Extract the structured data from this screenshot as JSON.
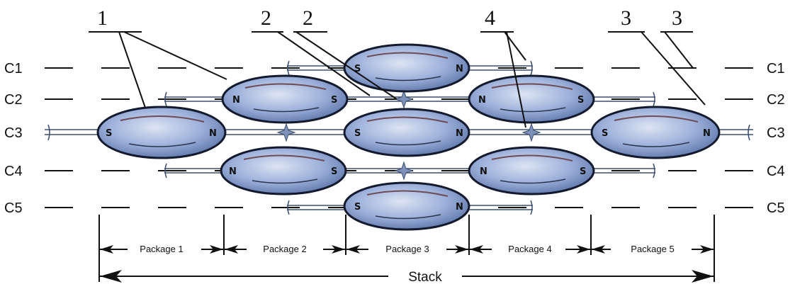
{
  "rows": [
    "C1",
    "C2",
    "C3",
    "C4",
    "C5"
  ],
  "callouts": [
    "1",
    "2",
    "2",
    "4",
    "3",
    "3"
  ],
  "magnets": [
    {
      "left_pole": "S",
      "right_pole": "N"
    },
    {
      "left_pole": "N",
      "right_pole": "S"
    },
    {
      "left_pole": "N",
      "right_pole": "S"
    },
    {
      "left_pole": "S",
      "right_pole": "N"
    },
    {
      "left_pole": "S",
      "right_pole": "N"
    },
    {
      "left_pole": "S",
      "right_pole": "N"
    },
    {
      "left_pole": "N",
      "right_pole": "S"
    },
    {
      "left_pole": "N",
      "right_pole": "S"
    },
    {
      "left_pole": "S",
      "right_pole": "N"
    }
  ],
  "packages": [
    "Package 1",
    "Package 2",
    "Package 3",
    "Package 4",
    "Package 5"
  ],
  "stack_label": "Stack",
  "colors": {
    "magnet_fill": "#8fa8d6",
    "magnet_highlight": "#dde4f4",
    "magnet_outline": "#141a2e",
    "connector": "#3d4f6e",
    "line": "#111111"
  }
}
